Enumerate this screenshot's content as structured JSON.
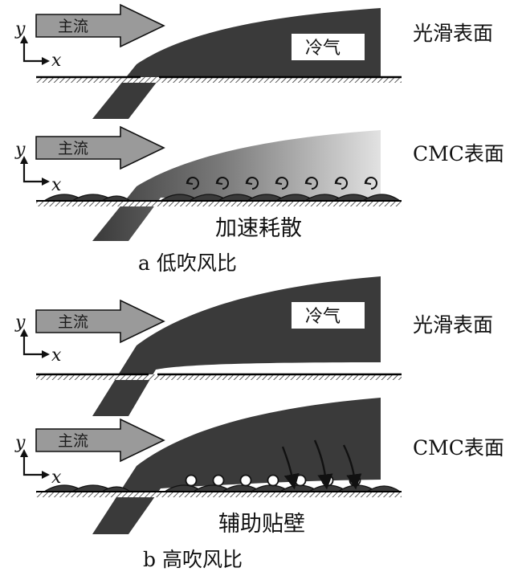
{
  "panels": [
    {
      "flow_label": "主流",
      "coolant_label": "冷气",
      "surface_label": "光滑表面"
    },
    {
      "flow_label": "主流",
      "surface_label": "CMC表面",
      "effect_label": "加速耗散"
    },
    {
      "flow_label": "主流",
      "coolant_label": "冷气",
      "surface_label": "光滑表面"
    },
    {
      "flow_label": "主流",
      "surface_label": "CMC表面",
      "effect_label": "辅助贴壁"
    }
  ],
  "axes": {
    "y": "y",
    "x": "x"
  },
  "captions": {
    "a": "a 低吹风比",
    "b": "b 高吹风比"
  },
  "colors": {
    "coolant_dark": "#3a3a3a",
    "main_flow_arrow": "#9a9a9a",
    "surface_stroke": "#000000",
    "background": "#ffffff"
  }
}
